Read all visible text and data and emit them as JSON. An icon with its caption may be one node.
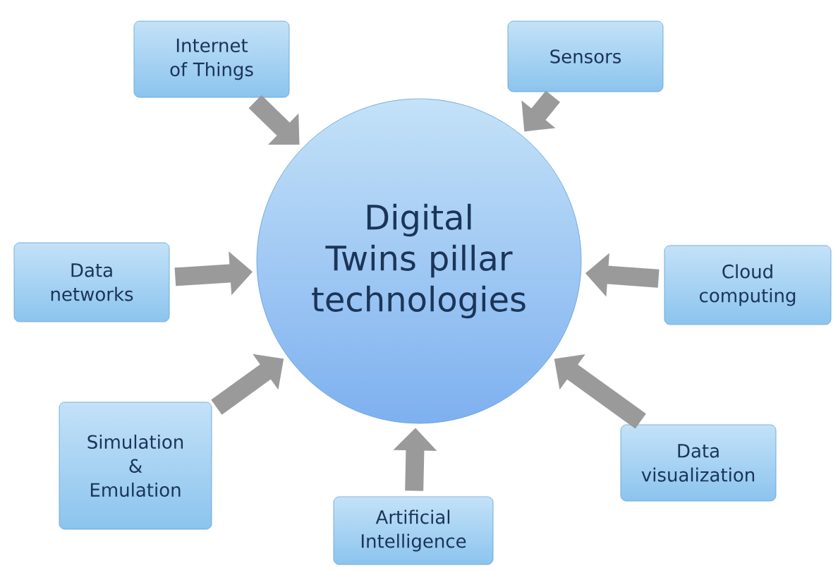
{
  "diagram": {
    "nodes": [
      {
        "text": [
          "Internet of Things"
        ]
      },
      {
        "text": [
          "Sensors"
        ]
      },
      {
        "text": [
          "Digital Twins pillar technologies"
        ]
      },
      {
        "text": [
          "Data networks"
        ]
      },
      {
        "text": [
          "Cloud computing"
        ]
      },
      {
        "text": [
          "Simulation & Emulation"
        ]
      },
      {
        "text": [
          "Data visualization"
        ]
      },
      {
        "text": [
          "Artificial Intelligence"
        ]
      }
    ],
    "edges": [
      {
        "from": 0,
        "to": 2,
        "arrow": "to"
      },
      {
        "from": 1,
        "to": 2,
        "arrow": "to"
      },
      {
        "from": 3,
        "to": 2,
        "arrow": "to"
      },
      {
        "from": 4,
        "to": 2,
        "arrow": "to"
      },
      {
        "from": 5,
        "to": 2,
        "arrow": "to"
      },
      {
        "from": 6,
        "to": 2,
        "arrow": "to"
      },
      {
        "from": 7,
        "to": 2,
        "arrow": "to"
      }
    ]
  }
}
